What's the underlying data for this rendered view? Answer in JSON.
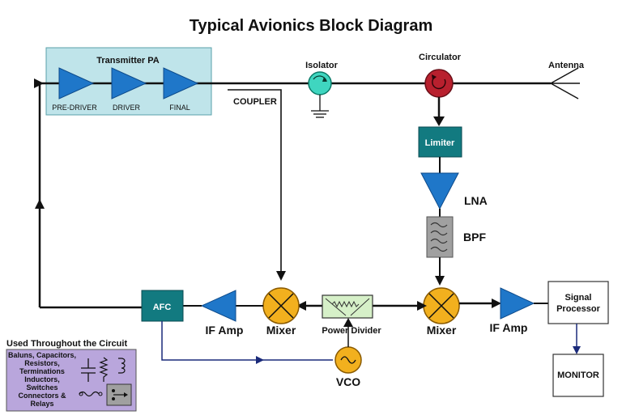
{
  "title": "Typical Avionics Block Diagram",
  "transmitter_pa": {
    "label": "Transmitter PA",
    "stages": [
      "PRE-DRIVER",
      "DRIVER",
      "FINAL"
    ]
  },
  "labels": {
    "coupler": "COUPLER",
    "isolator": "Isolator",
    "circulator": "Circulator",
    "antenna": "Antenna",
    "limiter": "Limiter",
    "lna": "LNA",
    "bpf": "BPF",
    "mixer_left": "Mixer",
    "mixer_right": "Mixer",
    "power_divider": "Power Divider",
    "if_amp_left": "IF Amp",
    "if_amp_right": "IF Amp",
    "afc": "AFC",
    "vco": "VCO",
    "signal_processor_line1": "Signal",
    "signal_processor_line2": "Processor",
    "monitor": "MONITOR"
  },
  "legend": {
    "title": "Used Throughout the Circuit",
    "lines": [
      "Baluns, Capacitors,",
      "Resistors,",
      "Terminations",
      "Inductors,",
      "Switches",
      "Connectors &",
      "Relays"
    ]
  },
  "colors": {
    "amp_blue": "#1f77c9",
    "pa_box": "#bfe4ea",
    "teal_box": "#127a80",
    "mixer_yellow": "#f2b01e",
    "isolator_cyan": "#3fd6c0",
    "circulator_red": "#b8202e",
    "bpf_gray": "#a0a0a0",
    "legend_purple": "#b9a6dc",
    "arrow_navy": "#1a2a7a"
  }
}
